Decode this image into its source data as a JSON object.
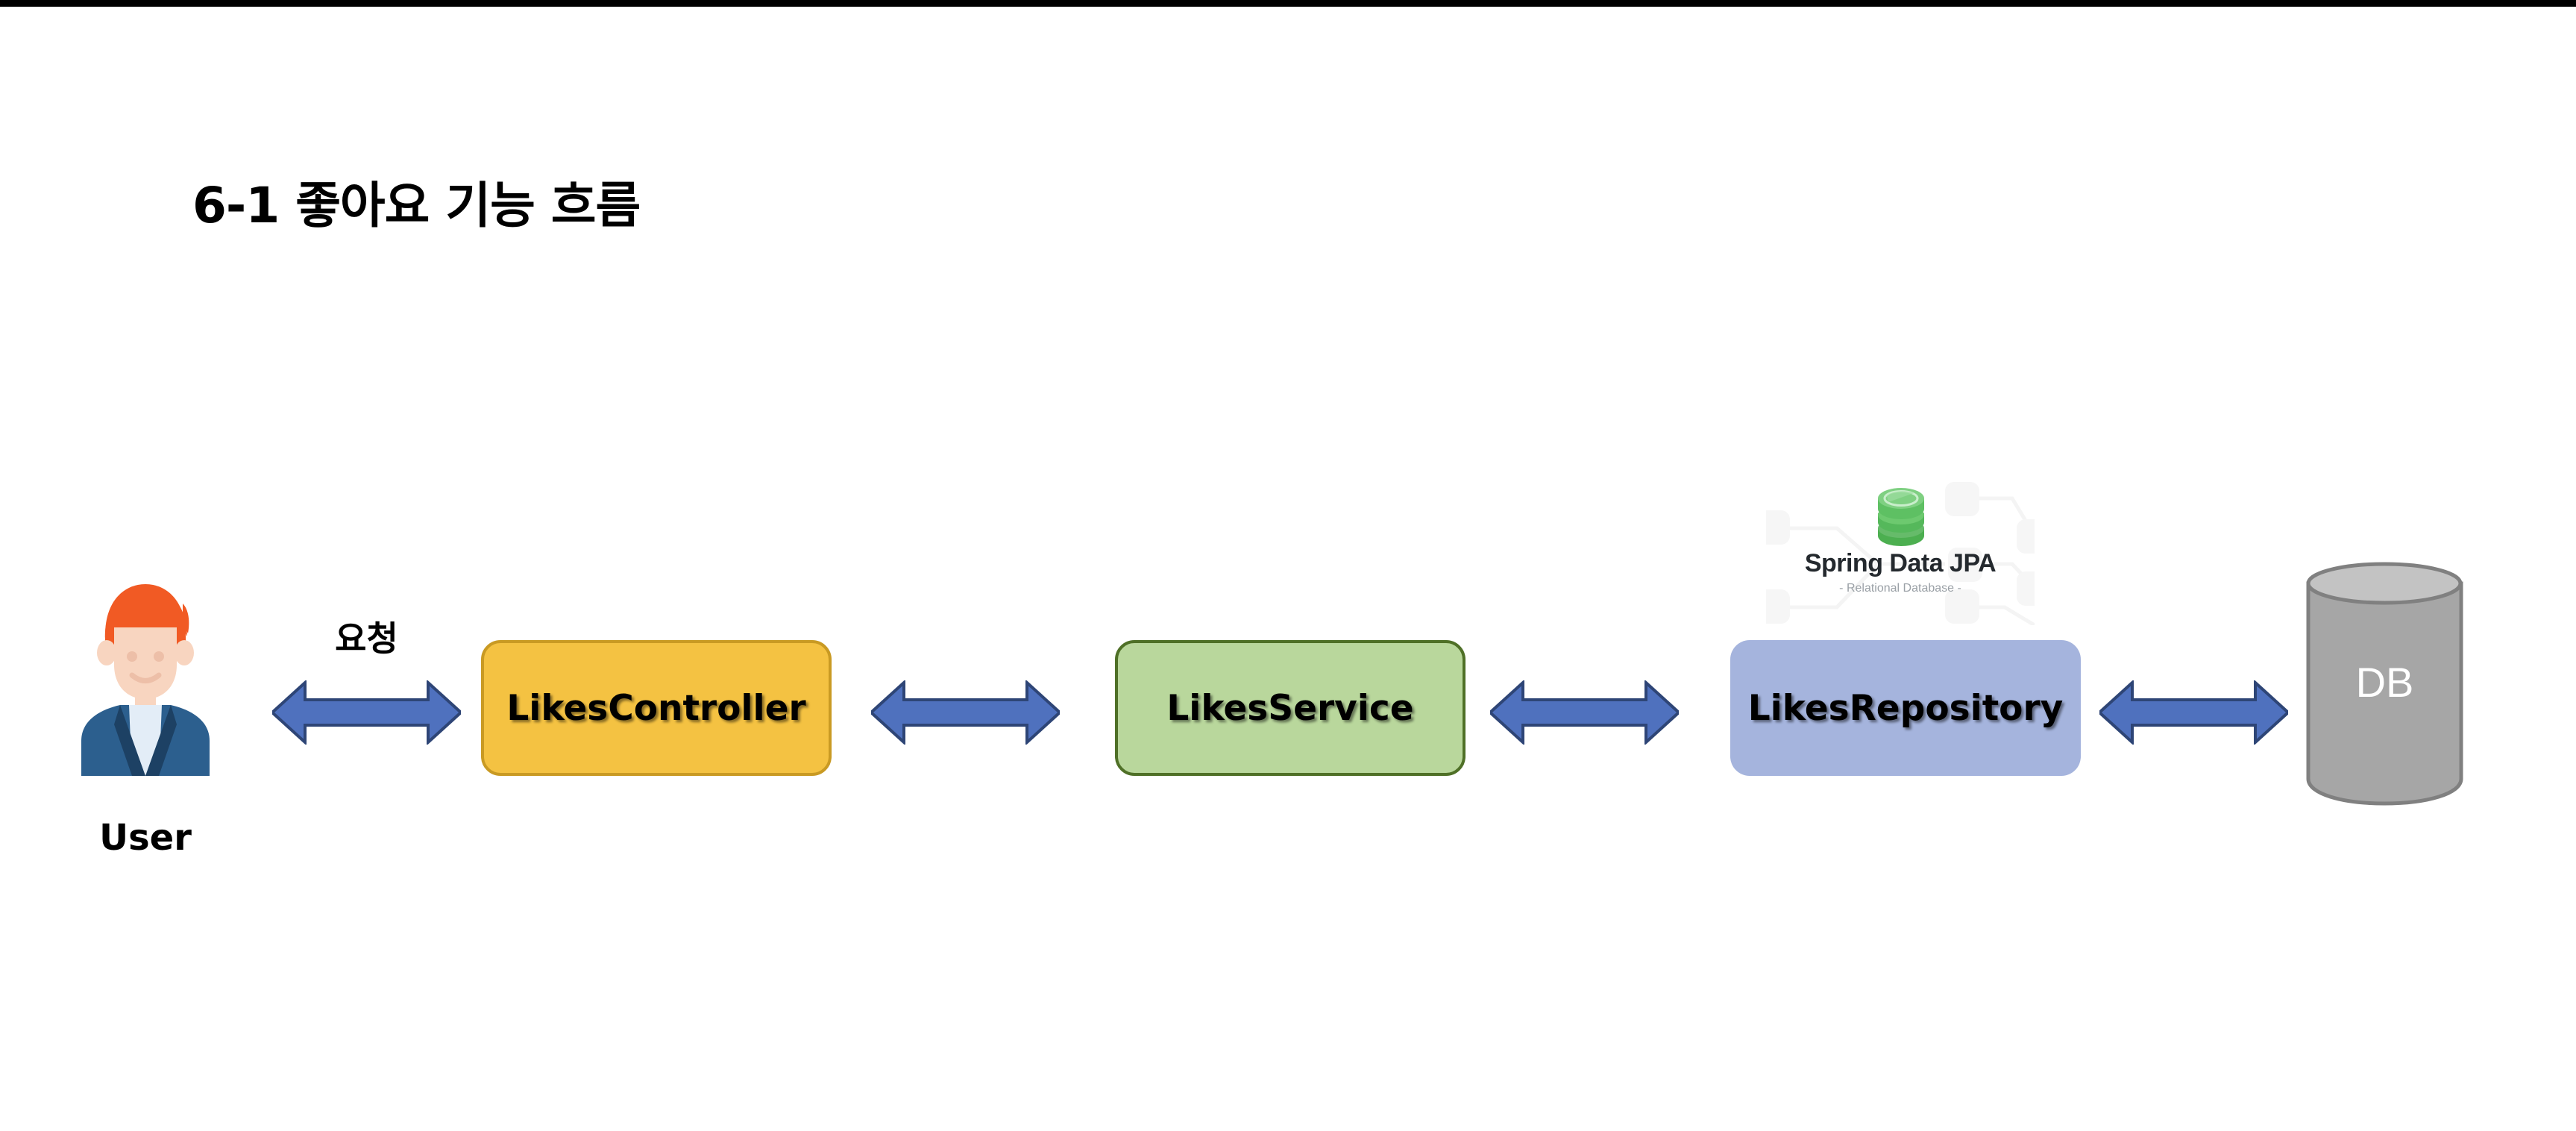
{
  "slide": {
    "title": "6-1 좋아요 기능 흐름",
    "background_color": "#ffffff"
  },
  "actor": {
    "label": "User",
    "icon": "user-avatar-icon",
    "hair_color": "#F15A24",
    "skin_color": "#F8D5C0",
    "suit_color": "#2C5F8E",
    "suit_dark_color": "#1D4164",
    "shirt_color": "#E3EDF7"
  },
  "flow": {
    "request_label": "요청",
    "arrow_fill": "#4F71BE",
    "arrow_stroke": "#2E4576",
    "arrows": [
      {
        "name": "arrow-user-to-controller"
      },
      {
        "name": "arrow-controller-to-service"
      },
      {
        "name": "arrow-service-to-repository"
      },
      {
        "name": "arrow-repository-to-db"
      }
    ],
    "nodes": [
      {
        "label": "LikesController",
        "fill": "#F4C242",
        "border": "#C99A23"
      },
      {
        "label": "LikesService",
        "fill": "#B9D79C",
        "border": "#4F7027"
      },
      {
        "label": "LikesRepository",
        "fill": "#A5B4DD",
        "border": "none"
      }
    ]
  },
  "spring_logo": {
    "title": "Spring Data JPA",
    "subtitle": "- Relational Database -",
    "icon": "database-cylinder-icon",
    "icon_color": "#6CC24A",
    "title_color": "#24292e",
    "subtitle_color": "#9aa0a6"
  },
  "database": {
    "label": "DB",
    "fill": "#A6A6A6",
    "top_fill": "#C3C3C3",
    "stroke": "#808080",
    "label_color": "#ffffff"
  }
}
